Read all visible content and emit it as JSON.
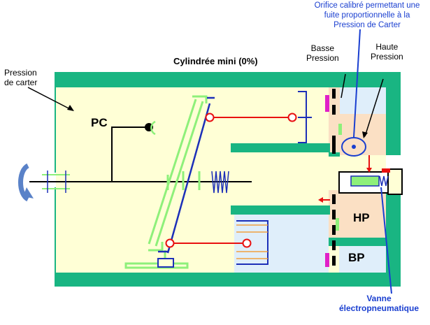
{
  "labels": {
    "title": "Cylindrée mini  (0%)",
    "pression_carter_line1": "Pression",
    "pression_carter_line2": "de carter",
    "pc": "PC",
    "basse_pression_line1": "Basse",
    "basse_pression_line2": "Pression",
    "haute_pression_line1": "Haute",
    "haute_pression_line2": "Pression",
    "orifice_line1": "Orifice calibré  permettant une",
    "orifice_line2": "fuite proportionnelle à la",
    "orifice_line3": "Pression de Carter",
    "hp": "HP",
    "bp": "BP",
    "vanne_line1": "Vanne",
    "vanne_line2": "électropneumatique"
  },
  "colors": {
    "housing": "#19b582",
    "chamber": "#ffffd6",
    "low_pressure": "#dfeefa",
    "high_pressure": "#fbe0c4",
    "swash_plate": "#8ef07a",
    "piston_rod": "#1c2fb8",
    "joint": "#e81010",
    "annotation_blue": "#1a3fd0",
    "seal": "#e020c8"
  }
}
